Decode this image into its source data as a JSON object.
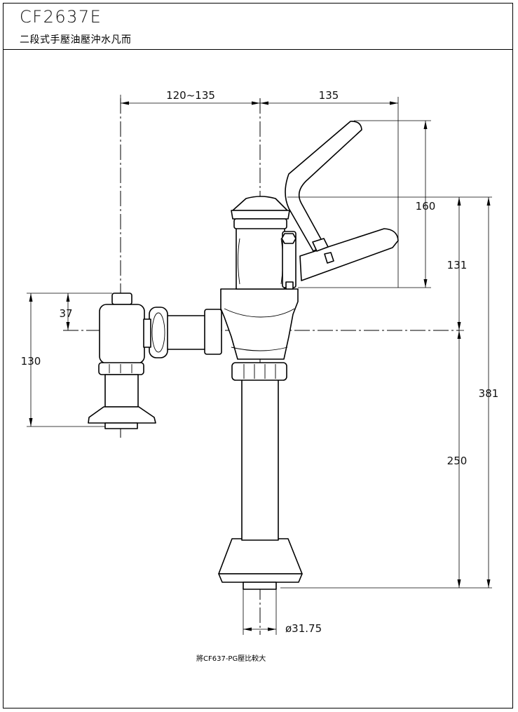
{
  "header": {
    "model_code": "CF2637E",
    "description": "二段式手壓油壓沖水凡而"
  },
  "dimensions": {
    "left_horizontal": "120~135",
    "right_horizontal": "135",
    "handle_height": "160",
    "valve_height": "131",
    "total_height": "381",
    "inlet_offset": "37",
    "inlet_height": "130",
    "pipe_length": "250",
    "outlet_diameter": "ø31.75"
  },
  "footnote": "將CF637-PG壓比較大"
}
